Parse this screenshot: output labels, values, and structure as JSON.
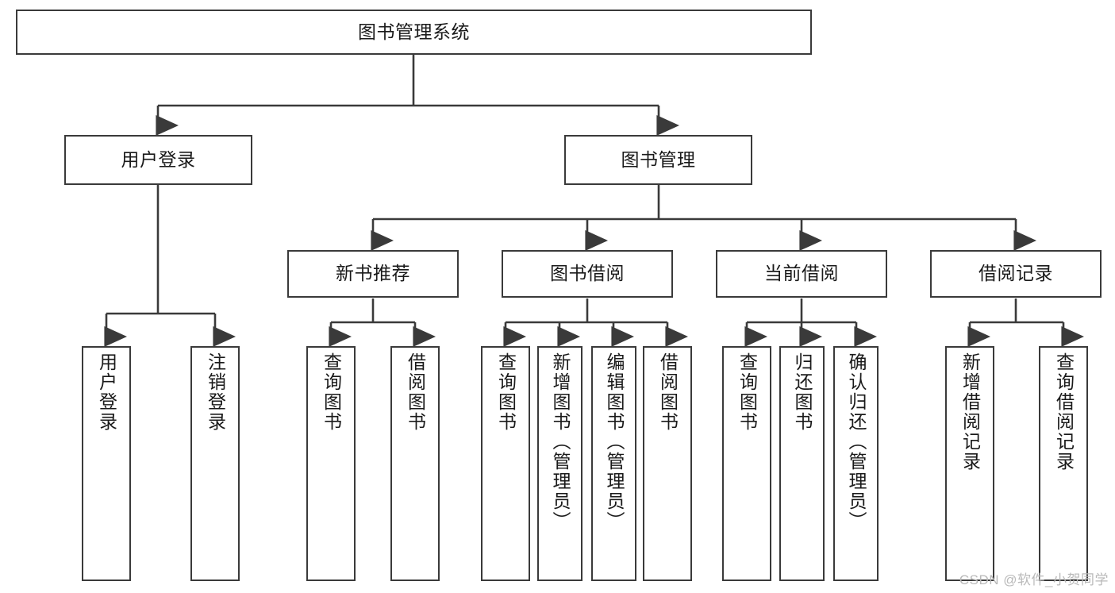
{
  "diagram": {
    "title": "图书管理系统",
    "type": "tree-hierarchy",
    "watermark": "CSDN @软件_小贺同学",
    "colors": {
      "stroke": "#3a3a3a",
      "fill": "#ffffff",
      "text": "#1a1a1a",
      "watermark": "#b9b9b9"
    },
    "levels": {
      "root": {
        "label": "图书管理系统"
      },
      "level2": [
        {
          "id": "user-login",
          "label": "用户登录"
        },
        {
          "id": "book-manage",
          "label": "图书管理"
        }
      ],
      "level3": [
        {
          "id": "new-book-recommend",
          "label": "新书推荐"
        },
        {
          "id": "book-borrow",
          "label": "图书借阅"
        },
        {
          "id": "current-borrow",
          "label": "当前借阅"
        },
        {
          "id": "borrow-record",
          "label": "借阅记录"
        }
      ],
      "leaves": [
        {
          "id": "leaf-user-login",
          "label": "用户登录",
          "parent": "user-login"
        },
        {
          "id": "leaf-logout",
          "label": "注销登录",
          "parent": "user-login"
        },
        {
          "id": "leaf-query-book-1",
          "label": "查询图书",
          "parent": "new-book-recommend"
        },
        {
          "id": "leaf-borrow-book-1",
          "label": "借阅图书",
          "parent": "new-book-recommend"
        },
        {
          "id": "leaf-query-book-2",
          "label": "查询图书",
          "parent": "book-borrow"
        },
        {
          "id": "leaf-add-book",
          "label": "新增图书（管理员）",
          "parent": "book-borrow"
        },
        {
          "id": "leaf-edit-book",
          "label": "编辑图书（管理员）",
          "parent": "book-borrow"
        },
        {
          "id": "leaf-borrow-book-2",
          "label": "借阅图书",
          "parent": "book-borrow"
        },
        {
          "id": "leaf-query-book-3",
          "label": "查询图书",
          "parent": "current-borrow"
        },
        {
          "id": "leaf-return-book",
          "label": "归还图书",
          "parent": "current-borrow"
        },
        {
          "id": "leaf-confirm-return",
          "label": "确认归还（管理员）",
          "parent": "current-borrow"
        },
        {
          "id": "leaf-add-record",
          "label": "新增借阅记录",
          "parent": "borrow-record"
        },
        {
          "id": "leaf-query-record",
          "label": "查询借阅记录",
          "parent": "borrow-record"
        }
      ]
    }
  }
}
